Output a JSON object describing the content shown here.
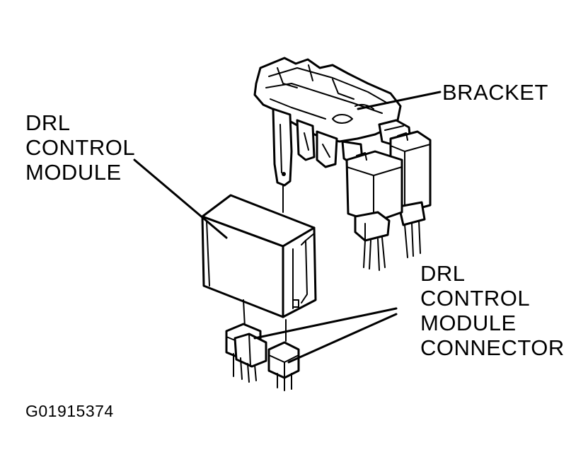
{
  "labels": {
    "bracket": "BRACKET",
    "drl_control_module": [
      "DRL",
      "CONTROL",
      "MODULE"
    ],
    "drl_control_module_connector": [
      "DRL",
      "CONTROL",
      "MODULE",
      "CONNECTOR"
    ]
  },
  "figure_id": "G01915374"
}
